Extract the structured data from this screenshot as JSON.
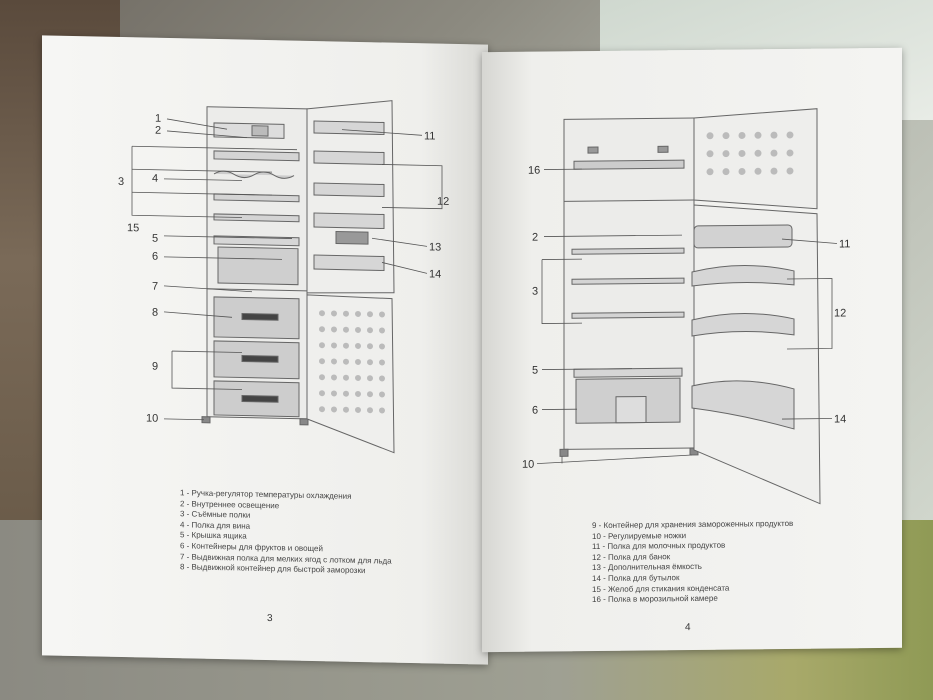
{
  "left_page": {
    "callouts": [
      "1",
      "2",
      "3",
      "4",
      "5",
      "6",
      "7",
      "8",
      "9",
      "10",
      "11",
      "12",
      "13",
      "14",
      "15"
    ],
    "legend": [
      "1 - Ручка-регулятор температуры охлаждения",
      "2 - Внутреннее освещение",
      "3 - Съёмные полки",
      "4 - Полка для вина",
      "5 - Крышка ящика",
      "6 - Контейнеры для фруктов и овощей",
      "7 - Выдвижная полка для мелких ягод с лотком для льда",
      "8 - Выдвижной контейнер для быстрой заморозки"
    ],
    "page_number": "3"
  },
  "right_page": {
    "callouts": [
      "16",
      "2",
      "11",
      "3",
      "12",
      "5",
      "6",
      "14",
      "10"
    ],
    "legend": [
      "9 - Контейнер для хранения замороженных продуктов",
      "10 - Регулируемые ножки",
      "11 - Полка для молочных продуктов",
      "12 - Полка для банок",
      "13 - Дополнительная ёмкость",
      "14 - Полка для бутылок",
      "15 - Желоб для стикания конденсата",
      "16 - Полка в морозильной камере"
    ],
    "page_number": "4"
  }
}
